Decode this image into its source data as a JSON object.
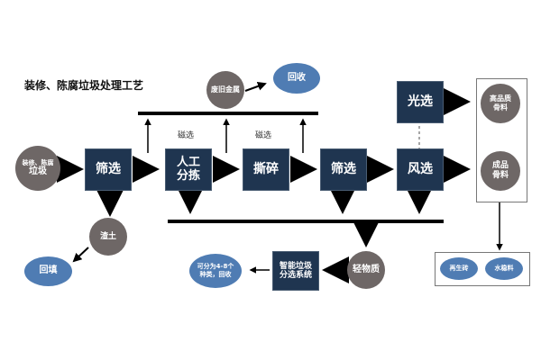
{
  "title": "装修、陈腐垃圾处理工艺",
  "nodes": {
    "input": "装修、陈腐",
    "input_line2": "垃圾",
    "screen1": "筛选",
    "manual_sort_line1": "人工",
    "manual_sort_line2": "分拣",
    "shred": "撕碎",
    "screen2": "筛选",
    "wind_sort": "风选",
    "optical_sort": "光选",
    "scrap_metal": "废旧金属",
    "recycle": "回收",
    "residue_soil": "渣土",
    "backfill": "回填",
    "light_material": "轻物质",
    "smart_sort_line1": "智能垃圾",
    "smart_sort_line2": "分选系统",
    "sort_result_line1": "可分为4-8个",
    "sort_result_line2": "种类，回收",
    "high_quality_line1": "高品质",
    "high_quality_line2": "骨料",
    "finished_line1": "成品",
    "finished_line2": "骨料",
    "recycled_brick": "再生砖",
    "stabilized_material": "水稳料"
  },
  "labels": {
    "magnetic1": "磁选",
    "magnetic2": "磁选"
  },
  "colors": {
    "process_box": "#1f3550",
    "material_circle": "#6e6766",
    "output_ellipse": "#4f7cb3",
    "line": "#000000"
  }
}
